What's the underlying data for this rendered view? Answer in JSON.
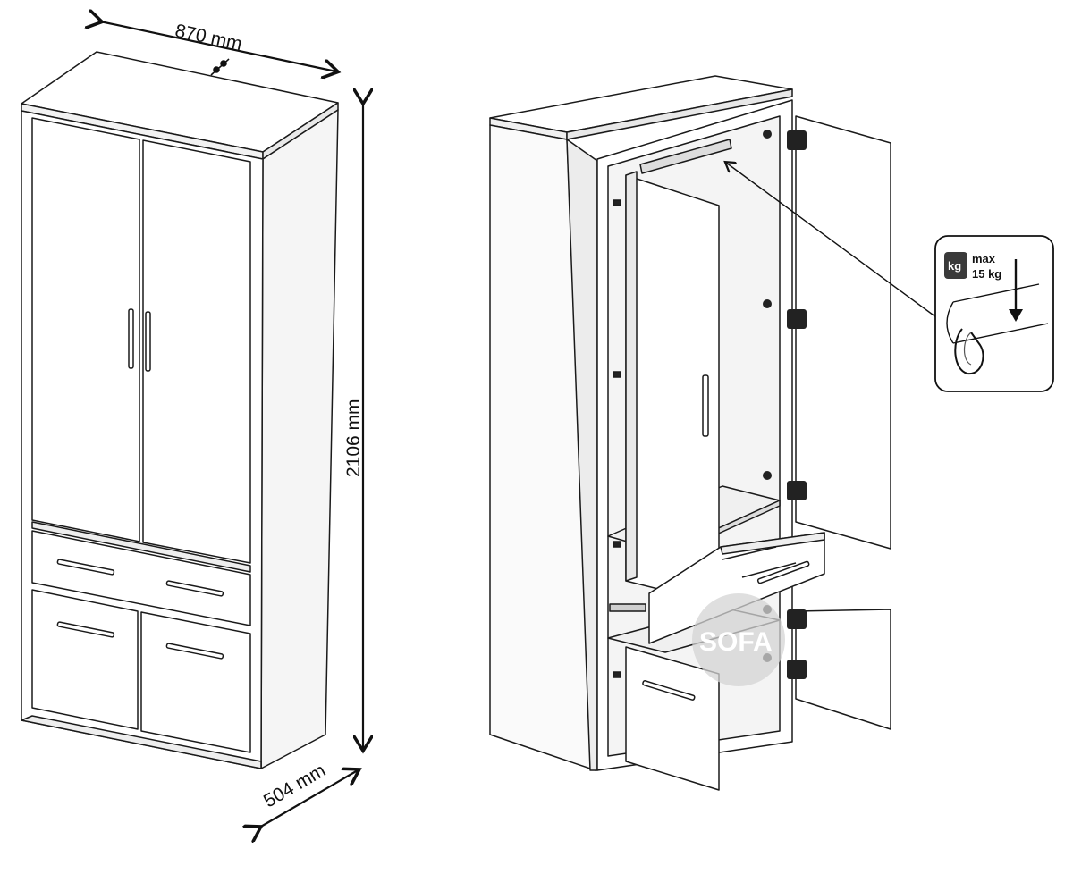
{
  "dimensions": {
    "width": "870 mm",
    "height": "2106 mm",
    "depth": "504 mm"
  },
  "load_callout": {
    "unit_badge": "kg",
    "max_label": "max",
    "max_value": "15 kg"
  },
  "watermark": "SOFA",
  "colors": {
    "line": "#1a1a1a",
    "panel": "#ffffff",
    "shade": "#e6e6e6",
    "watermark": "#d4d4d4"
  }
}
